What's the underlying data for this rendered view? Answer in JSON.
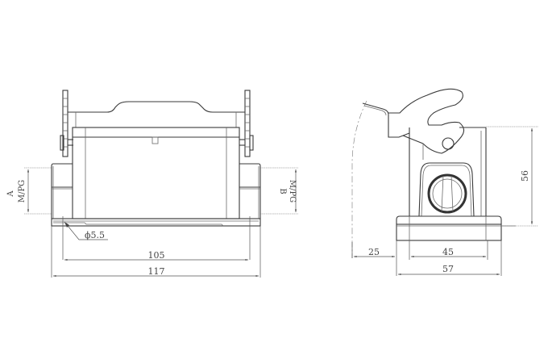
{
  "drawing": {
    "front_view": {
      "dimensions": {
        "hole_diameter": "ϕ5.5",
        "hole_spacing": "105",
        "overall_width": "117"
      },
      "side_labels": {
        "left_letter": "A",
        "left_thread": "M/PG",
        "right_letter": "B",
        "right_thread": "M/PG"
      }
    },
    "side_view": {
      "dimensions": {
        "lever_clearance": "25",
        "hole_spacing": "45",
        "base_width": "57",
        "height": "56"
      }
    },
    "colors": {
      "line": "#3a3a3a",
      "dimension": "#555555",
      "background": "#ffffff"
    }
  }
}
